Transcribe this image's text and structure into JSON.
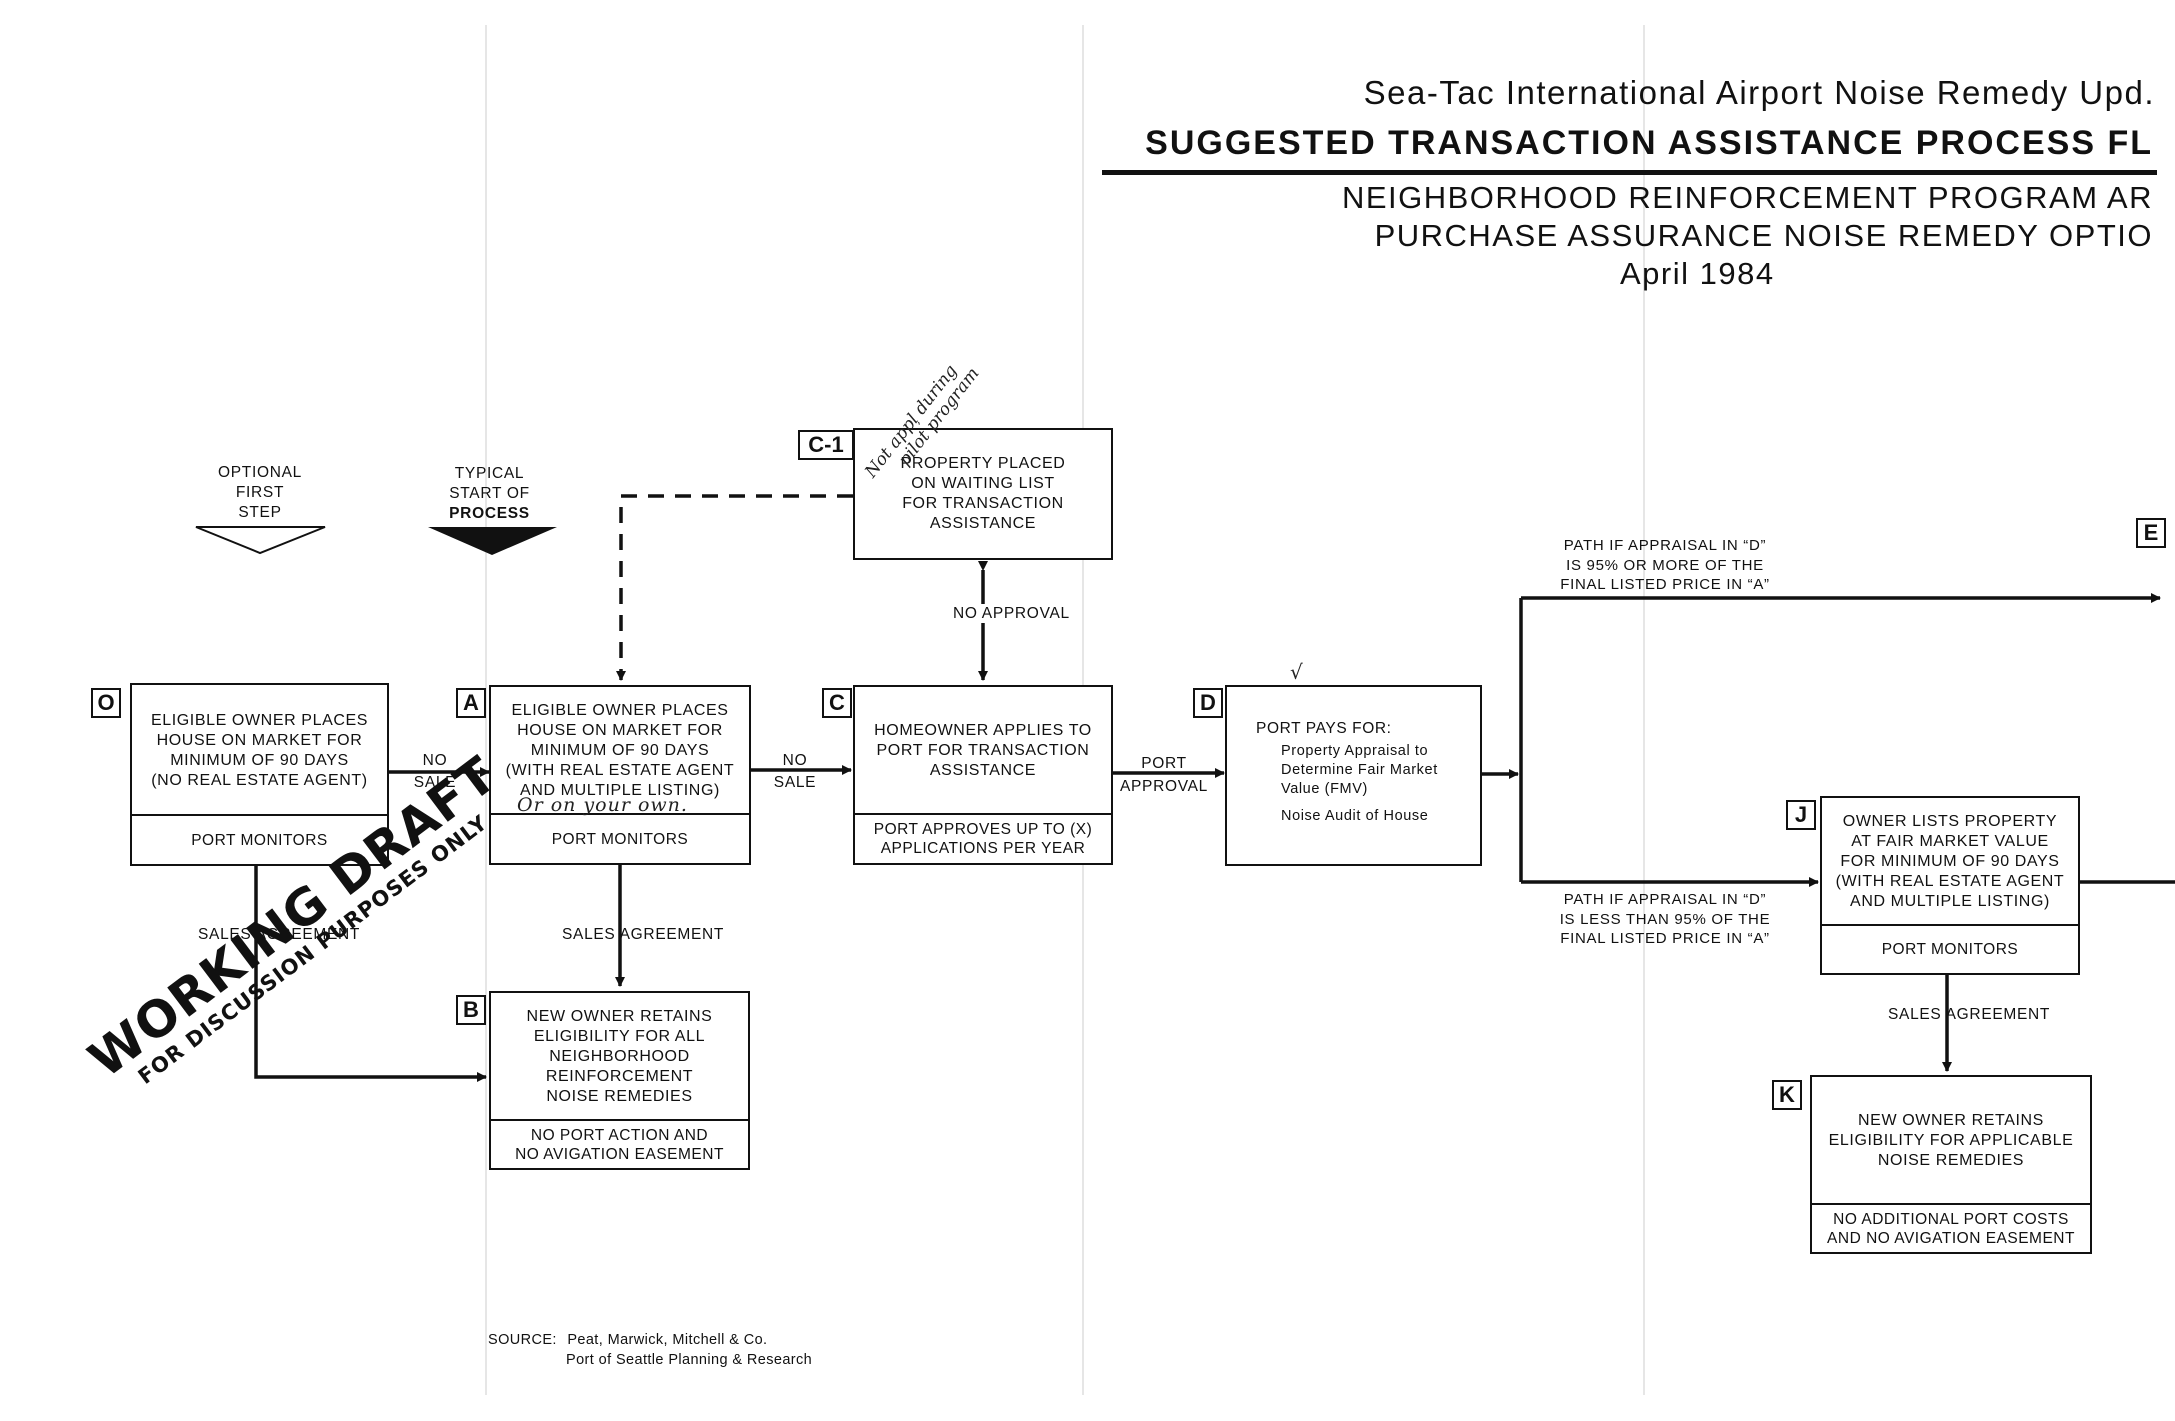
{
  "header": {
    "line1": "Sea-Tac International Airport Noise Remedy Upd.",
    "title": "SUGGESTED TRANSACTION ASSISTANCE PROCESS FL",
    "subtitle1": "NEIGHBORHOOD REINFORCEMENT PROGRAM AR",
    "subtitle2": "PURCHASE ASSURANCE NOISE REMEDY OPTIO",
    "date": "April 1984"
  },
  "markers": {
    "optional": [
      "OPTIONAL",
      "FIRST",
      "STEP"
    ],
    "typical": [
      "TYPICAL",
      "START OF",
      "PROCESS"
    ]
  },
  "boxes": {
    "O": {
      "tag": "O",
      "body": [
        "ELIGIBLE OWNER PLACES",
        "HOUSE ON MARKET FOR",
        "MINIMUM OF 90 DAYS",
        "(NO REAL ESTATE AGENT)"
      ],
      "foot": [
        "PORT MONITORS"
      ]
    },
    "A": {
      "tag": "A",
      "body": [
        "ELIGIBLE OWNER PLACES",
        "HOUSE ON MARKET FOR",
        "MINIMUM OF 90 DAYS",
        "(WITH REAL ESTATE AGENT",
        "AND MULTIPLE LISTING)"
      ],
      "foot": [
        "PORT MONITORS"
      ]
    },
    "B": {
      "tag": "B",
      "body": [
        "NEW OWNER RETAINS",
        "ELIGIBILITY FOR ALL",
        "NEIGHBORHOOD",
        "REINFORCEMENT",
        "NOISE REMEDIES"
      ],
      "foot": [
        "NO PORT ACTION AND",
        "NO AVIGATION EASEMENT"
      ]
    },
    "C1": {
      "tag": "C-1",
      "body": [
        "PROPERTY PLACED",
        "ON WAITING LIST",
        "FOR TRANSACTION",
        "ASSISTANCE"
      ]
    },
    "C": {
      "tag": "C",
      "body": [
        "HOMEOWNER APPLIES TO",
        "PORT FOR TRANSACTION",
        "ASSISTANCE"
      ],
      "foot": [
        "PORT APPROVES UP TO (X)",
        "APPLICATIONS PER YEAR"
      ]
    },
    "D": {
      "tag": "D",
      "heading": "PORT PAYS FOR:",
      "bullets": [
        [
          "Property Appraisal to",
          "Determine Fair Market",
          "Value (FMV)"
        ],
        [
          "Noise Audit of House"
        ]
      ]
    },
    "J": {
      "tag": "J",
      "body": [
        "OWNER LISTS PROPERTY",
        "AT FAIR MARKET VALUE",
        "FOR MINIMUM OF 90 DAYS",
        "(WITH REAL ESTATE AGENT",
        "AND MULTIPLE LISTING)"
      ],
      "foot": [
        "PORT MONITORS"
      ]
    },
    "K": {
      "tag": "K",
      "body": [
        "NEW OWNER RETAINS",
        "ELIGIBILITY FOR APPLICABLE",
        "NOISE REMEDIES"
      ],
      "foot": [
        "NO ADDITIONAL PORT COSTS",
        "AND NO AVIGATION EASEMENT"
      ]
    },
    "E": {
      "tag": "E"
    }
  },
  "edge_labels": {
    "no_sale_1": [
      "NO",
      "SALE"
    ],
    "no_sale_2": [
      "NO",
      "SALE"
    ],
    "port_approval": [
      "PORT",
      "APPROVAL"
    ],
    "no_approval": "NO APPROVAL",
    "sales_agreement_o": "SALES AGREEMENT",
    "sales_agreement_a": "SALES AGREEMENT",
    "sales_agreement_j": "SALES AGREEMENT",
    "path_high": [
      "PATH IF APPRAISAL IN “D”",
      "IS 95% OR MORE OF THE",
      "FINAL LISTED PRICE IN “A”"
    ],
    "path_low": [
      "PATH IF APPRAISAL IN “D”",
      "IS LESS THAN 95% OF THE",
      "FINAL LISTED PRICE IN “A”"
    ]
  },
  "handwriting": {
    "note_c1": [
      "Not appļ during",
      "pilot program"
    ],
    "note_a": "Or on your own.",
    "checkmark": "√"
  },
  "stamp": {
    "big": "WORKING DRAFT",
    "small": "FOR DISCUSSION PURPOSES ONLY"
  },
  "source": {
    "label": "SOURCE:",
    "line1": "Peat, Marwick, Mitchell & Co.",
    "line2": "Port of Seattle Planning & Research"
  }
}
